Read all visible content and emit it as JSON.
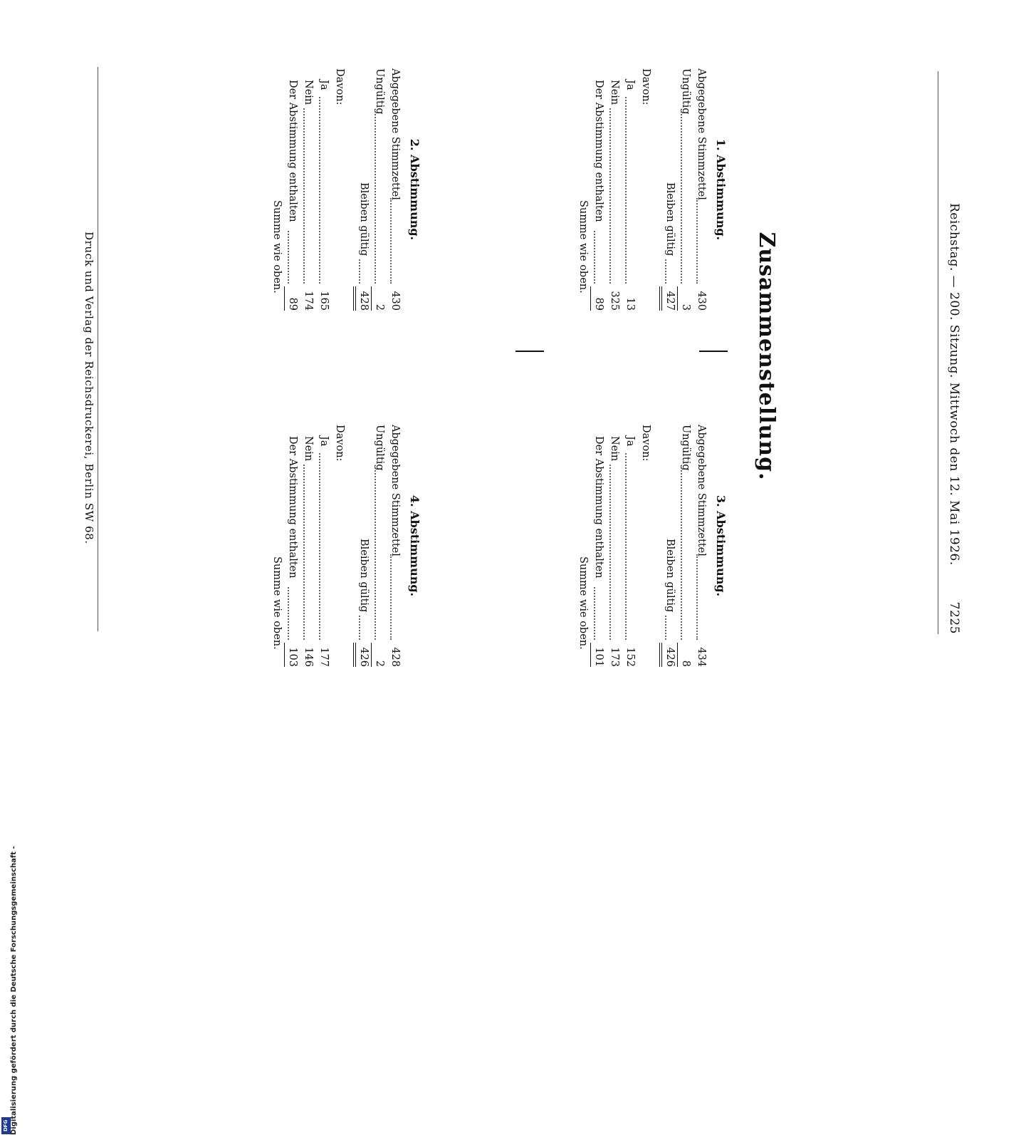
{
  "header": {
    "title": "Reichstag. — 200. Sitzung. Mittwoch den 12. Mai 1926.",
    "page_number": "7225"
  },
  "main_title": "Zusammenstellung.",
  "votes": [
    {
      "heading": "1. Abstimmung.",
      "abgegebene_label": "Abgegebene Stimmzettel",
      "abgegebene": "430",
      "ungueltig_label": "Ungültig",
      "ungueltig": "3",
      "gueltig_label": "Bleiben gültig",
      "gueltig": "427",
      "davon_label": "Davon:",
      "ja_label": "Ja",
      "ja": "13",
      "nein_label": "Nein",
      "nein": "325",
      "enthalten_label": "Der Abstimmung enthalten",
      "enthalten": "89",
      "summe_label": "Summe wie oben."
    },
    {
      "heading": "2. Abstimmung.",
      "abgegebene_label": "Abgegebene Stimmzettel",
      "abgegebene": "430",
      "ungueltig_label": "Ungültig",
      "ungueltig": "2",
      "gueltig_label": "Bleiben gültig",
      "gueltig": "428",
      "davon_label": "Davon:",
      "ja_label": "Ja",
      "ja": "165",
      "nein_label": "Nein",
      "nein": "174",
      "enthalten_label": "Der Abstimmung enthalten",
      "enthalten": "89",
      "summe_label": "Summe wie oben."
    },
    {
      "heading": "3. Abstimmung.",
      "abgegebene_label": "Abgegebene Stimmzettel",
      "abgegebene": "434",
      "ungueltig_label": "Ungültig",
      "ungueltig": "8",
      "gueltig_label": "Bleiben gültig",
      "gueltig": "426",
      "davon_label": "Davon:",
      "ja_label": "Ja",
      "ja": "152",
      "nein_label": "Nein",
      "nein": "173",
      "enthalten_label": "Der Abstimmung enthalten",
      "enthalten": "101",
      "summe_label": "Summe wie oben."
    },
    {
      "heading": "4. Abstimmung.",
      "abgegebene_label": "Abgegebene Stimmzettel",
      "abgegebene": "428",
      "ungueltig_label": "Ungültig",
      "ungueltig": "2",
      "gueltig_label": "Bleiben gültig",
      "gueltig": "426",
      "davon_label": "Davon:",
      "ja_label": "Ja",
      "ja": "177",
      "nein_label": "Nein",
      "nein": "146",
      "enthalten_label": "Der Abstimmung enthalten",
      "enthalten": "103",
      "summe_label": "Summe wie oben."
    }
  ],
  "imprint": "Druck und Verlag der Reichsdruckerei, Berlin SW 68.",
  "dfg": {
    "note": "Digitalisierung gefördert durch die Deutsche Forschungsgemeinschaft -",
    "logo": "DFG"
  }
}
